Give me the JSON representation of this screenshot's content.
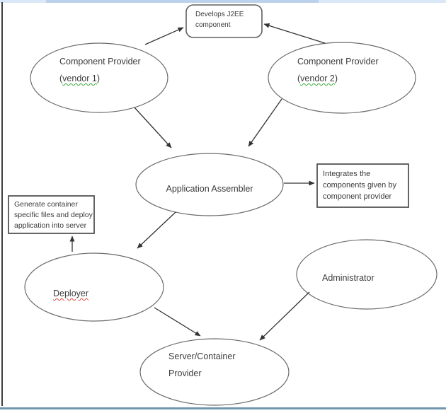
{
  "window": {
    "top_strip_base_color": "#d9e7f7",
    "top_strip_accent_color": "#bcd2ec",
    "left_edge_color": "#3f3f3f",
    "bottom_edge_color": "#7097ad"
  },
  "diagram": {
    "nodes": {
      "develops_box": {
        "line1": "Develops J2EE",
        "line2": "component"
      },
      "component_provider_1": {
        "title": "Component Provider",
        "paren_open": "(",
        "vendor": "vendor 1",
        "paren_close": ")"
      },
      "component_provider_2": {
        "title": "Component Provider",
        "paren_open": "(",
        "vendor": "vendor 2",
        "paren_close": ")"
      },
      "application_assembler": {
        "label": "Application Assembler"
      },
      "integrates_box": {
        "line1": "Integrates the",
        "line2": "components given by",
        "line3": "component provider"
      },
      "generate_box": {
        "line1": "Generate container",
        "line2": "specific files and deploy",
        "line3": "application into server"
      },
      "deployer": {
        "label": "Deployer"
      },
      "administrator": {
        "label": "Administrator"
      },
      "server_provider": {
        "line1": "Server/Container",
        "line2": "Provider"
      }
    },
    "colors": {
      "ellipse_stroke": "#6b6b6b",
      "box_stroke": "#4a4a4a",
      "arrow": "#333333",
      "text": "#3b3b3b",
      "spellcheck_green": "#3aaa3a",
      "spellcheck_red": "#e04a3f"
    }
  }
}
